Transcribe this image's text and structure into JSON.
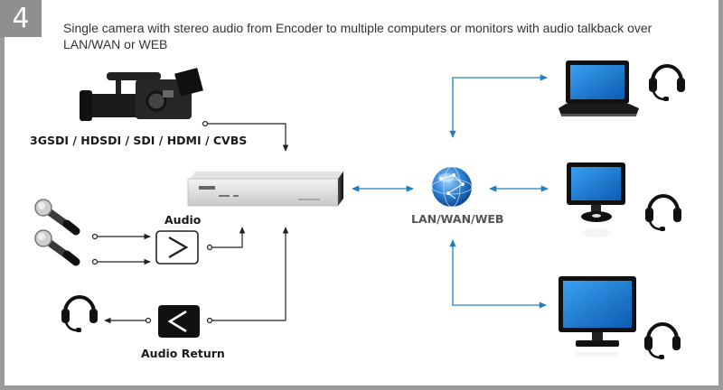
{
  "step_number": "4",
  "caption": "Single camera with stereo audio from Encoder to multiple computers or monitors with audio talkback over LAN/WAN or WEB",
  "labels": {
    "video_inputs": "3GSDI / HDSDI / SDI / HDMI / CVBS",
    "audio": "Audio",
    "audio_return": "Audio Return",
    "network": "LAN/WAN/WEB"
  },
  "colors": {
    "frame": "#9a9a9a",
    "arrow_blue": "#1f7fc0",
    "arrow_dark": "#222222",
    "screen_blue": "#1e78c8"
  },
  "icons": [
    "video-camera-icon",
    "microphone-icon",
    "headset-icon",
    "encoder-device-icon",
    "globe-icon",
    "laptop-icon",
    "monitor-icon",
    "audio-in-arrow-icon",
    "audio-return-arrow-icon"
  ]
}
